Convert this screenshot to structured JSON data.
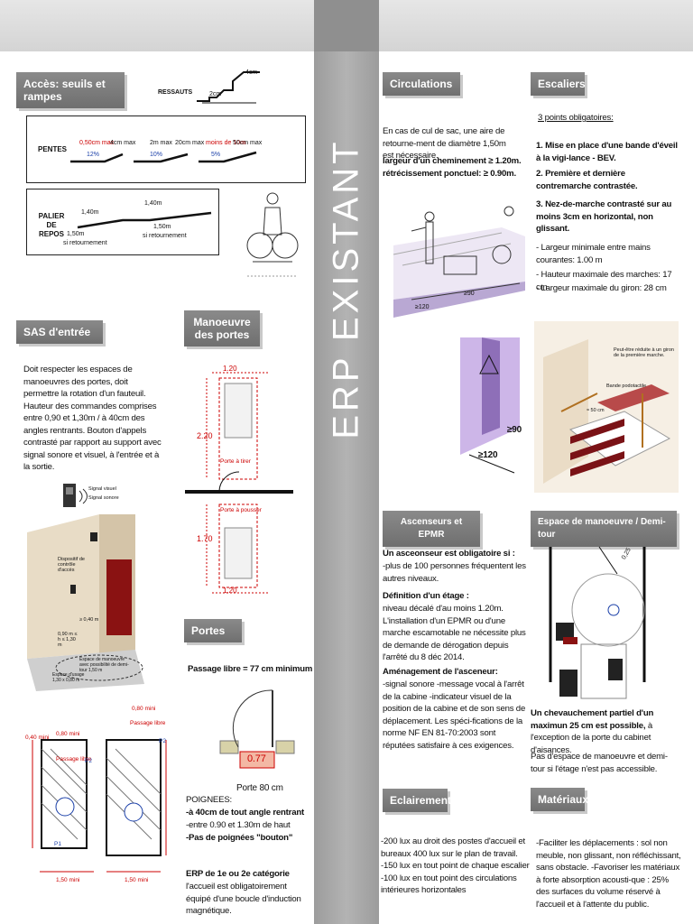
{
  "vertical_title": "ERP EXISTANT",
  "acces": {
    "title": "Accès: seuils et rampes",
    "ressauts": "RESSAUTS",
    "r_4cm": "4cm",
    "r_2cm": "2cm",
    "pentes": "PENTES",
    "p_labels": [
      "0,50cm max",
      "4cm max",
      "2m max",
      "20cm max",
      "moins de 10m",
      "50cm max"
    ],
    "p_pcts": [
      "12%",
      "10%",
      "5%"
    ],
    "palier": "PALIER DE REPOS",
    "pal_labels": [
      "1,40m",
      "1,50m",
      "si retournement",
      "1,40m",
      "1,50m",
      "si retournement"
    ]
  },
  "sas": {
    "title": "SAS d'entrée",
    "text": "Doit respecter les espaces de manoeuvres des portes, doit permettre la rotation d'un fauteuil. Hauteur des commandes comprises entre 0,90 et 1,30m / à 40cm des angles rentrants. Bouton d'appels contrasté par rapport au support avec signal sonore et visuel, à l'entrée et à la sortie.",
    "labels": [
      "Signal visuel",
      "Signal sonore",
      "Dispositif de contrôle d'accès",
      "≥ 0,40 m",
      "0,90 m ≤ h ≤ 1,30 m",
      "Espace d'usage 1,30 x 0,80 m",
      "Espace de manoeuvre avec possibilité de demi-tour 1,50 m"
    ]
  },
  "manoeuvre": {
    "title": "Manoeuvre des portes",
    "dims": [
      "1.20",
      "2.20",
      "1.70",
      "1.20"
    ],
    "mid_labels": [
      "Porte à tirer",
      "Porte à pousser"
    ]
  },
  "portes": {
    "title": "Portes",
    "passage": "Passage libre = 77 cm minimum",
    "dim": "0.77",
    "porte": "Porte 80 cm",
    "poignees_title": "POIGNEES:",
    "poignees_1": "-à 40cm de tout angle rentrant",
    "poignees_2": "-entre 0.90 et 1.30m de haut",
    "poignees_3": "-Pas de poignées \"bouton\"",
    "erp_title": "ERP de 1e ou 2e catégorie",
    "erp_text": "l'accueil est obligatoirement équipé d'une boucle d'induction magnétique."
  },
  "plans": {
    "labels": [
      "0,40 mini",
      "0,80 mini",
      "Passage libre",
      "P2",
      "P1",
      "1,50 mini",
      "0,80 mini",
      "Passage libre",
      "P2",
      "1,50 mini"
    ]
  },
  "circulations": {
    "title": "Circulations",
    "text": "En cas de cul de sac, une aire de retourne-ment de diamètre 1,50m est nécessaire.",
    "bold1": "largeur d'un cheminement ≥ 1.20m.",
    "bold2": "rétrécissement ponctuel: ≥ 0.90m.",
    "dim1": "≥120",
    "dim2": "≥90",
    "dim3": "≥90",
    "dim4": "≥120"
  },
  "escaliers": {
    "title": "Escaliers",
    "subtitle": "3 points obligatoires:",
    "p1": "1. Mise en place d'une bande d'éveil à la vigi-lance - BEV.",
    "p2": "2. Première et dernière contremarche contrastée.",
    "p3": "3. Nez-de-marche contrasté sur au moins 3cm en horizontal, non glissant.",
    "l1": "- Largeur minimale entre mains courantes: 1.00 m",
    "l2": "- Hauteur maximale des marches: 17 cm",
    "l3": "- Largeur maximale du giron: 28 cm",
    "fig1": "Peut-être réduite à un giron de la première marche.",
    "fig2": "Bande podotactile",
    "fig3": "≈ 50 cm"
  },
  "ascenseurs": {
    "title": "Ascenseurs et EPMR",
    "obl": "Un asceonseur est obligatoire si :",
    "obl_text": "-plus de 100 personnes fréquentent les autres niveaux.",
    "def": "Définition d'un étage :",
    "def_text": "niveau décalé d'au moins 1.20m. L'installation d'un EPMR ou d'une marche escamotable ne nécessite plus de demande de dérogation depuis l'arrêté du 8 déc 2014.",
    "amen": "Aménagement de l'asceneur:",
    "amen_text": "-signal sonore -message vocal à l'arrêt de la cabine -indicateur visuel de la position de la cabine et de son sens de déplacement. Les spéci-fications de la norme NF EN 81-70:2003 sont réputées satisfaire à ces exigences."
  },
  "espace": {
    "title": "Espace de manoeuvre / Demi-tour",
    "fig": "0,25",
    "bold": "Un chevauchement partiel d'un maximun 25 cm est possible,",
    "text1": " à l'exception de la porte du cabinet d'aisances.",
    "text2": "Pas d'espace de manoeuvre et demi-tour si l'étage n'est pas accessible."
  },
  "eclairement": {
    "title": "Eclairement",
    "text": "-200 lux au droit des postes d'accueil et bureaux 400 lux sur le plan de travail. -150 lux en tout point de chaque escalier -100 lux en tout point des circulations intérieures horizontales"
  },
  "materiaux": {
    "title": "Matériaux",
    "text": "-Faciliter les déplacements : sol non meuble, non glissant, non réfléchissant, sans obstacle. -Favoriser les matériaux à forte absorption acousti-que : 25% des surfaces du volume réservé à l'accueil et à l'attente du public."
  }
}
